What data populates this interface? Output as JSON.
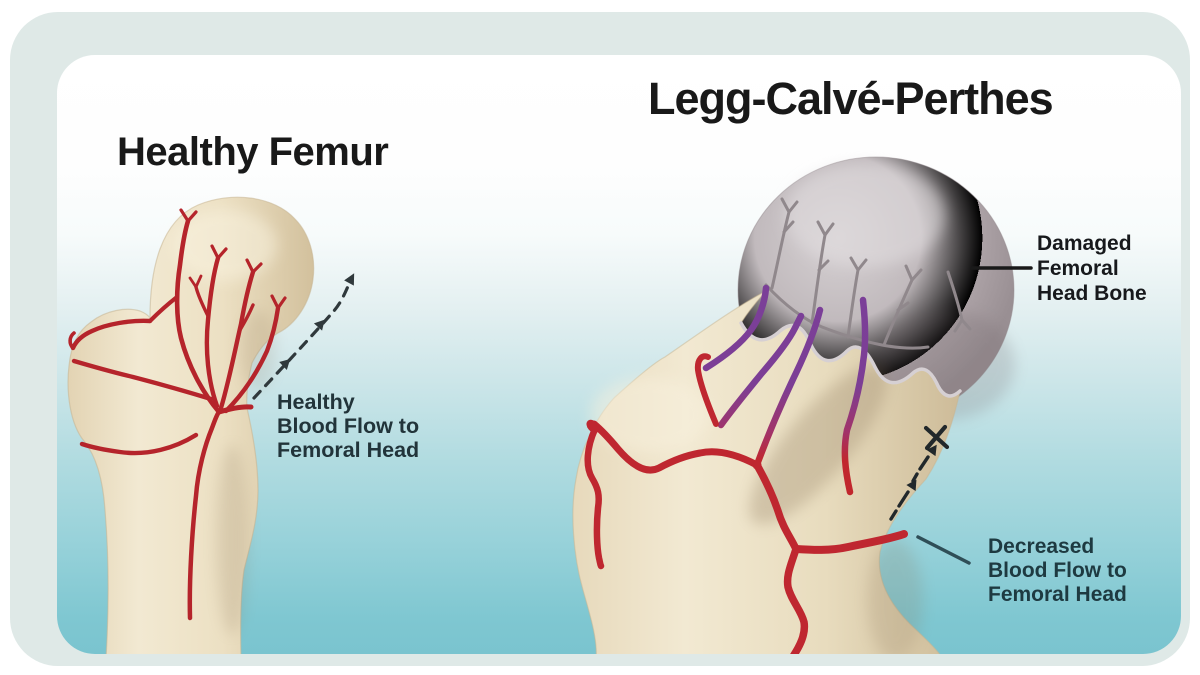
{
  "header": {
    "left_title": "Healthy Femur",
    "right_title": "Legg-Calvé-Perthes"
  },
  "annotations": {
    "healthy_flow": {
      "lines": [
        "Healthy",
        "Blood Flow to",
        "Femoral Head"
      ]
    },
    "damaged_head": {
      "lines": [
        "Damaged",
        "Femoral",
        "Head Bone"
      ]
    },
    "decreased_flow": {
      "lines": [
        "Decreased",
        "Blood Flow to",
        "Femoral Head"
      ]
    }
  },
  "icons": {
    "healthy_flow_arrow": "dashed-curved-arrow-up",
    "decreased_flow_arrows": "two-short-dashed-arrows-up",
    "blocked_flow_marker": "x-mark"
  },
  "colors": {
    "outer_background": "#ffffff",
    "card_background": "#dfe9e7",
    "panel_gradient_top": "#ffffff",
    "panel_gradient_bottom": "#7ac4cf",
    "bone_cream": "#ecdfc2",
    "bone_shadow": "#cbb994",
    "healthy_vessel_red": "#bf2730",
    "blocked_vessel_purple": "#7b3f98",
    "damaged_head_gray": "#b2a9ad",
    "dead_vessel_gray": "#90888c",
    "title_text": "#191919",
    "annotation_text": "#22343a",
    "leader_line_dark": "#191919",
    "leader_line_slate": "#2f4e57"
  }
}
